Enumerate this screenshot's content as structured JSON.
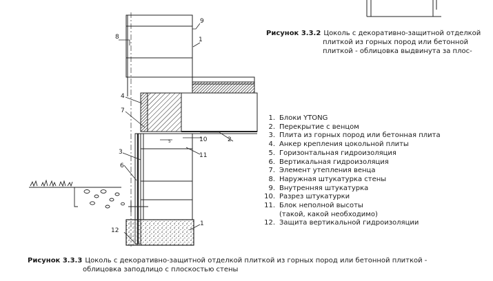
{
  "figure_3_3_2": {
    "label": "Рисунок 3.3.2",
    "text_lines": [
      "Цоколь с декоративно-защитной отделкой",
      "плиткой из горных пород или бетонной",
      "плиткой - облицовка выдвинута за плос-"
    ]
  },
  "figure_3_3_3": {
    "label": "Рисунок 3.3.3",
    "text_lines": [
      "Цоколь с декоративно-защитной отделкой плиткой из горных пород или бетонной плиткой -",
      "облицовка заподлицо с плоскостью стены"
    ]
  },
  "legend": [
    {
      "num": "1.",
      "text": "Блоки YTONG"
    },
    {
      "num": "2.",
      "text": "Перекрытие с венцом"
    },
    {
      "num": "3.",
      "text": "Плита из горных пород или бетонная плита"
    },
    {
      "num": "4.",
      "text": "Анкер крепления цокольной плиты"
    },
    {
      "num": "5.",
      "text": "Горизонтальная гидроизоляция"
    },
    {
      "num": "6.",
      "text": "Вертикальная гидроизоляция"
    },
    {
      "num": "7.",
      "text": "Элемент утепления венца"
    },
    {
      "num": "8.",
      "text": "Наружная штукатурка стены"
    },
    {
      "num": "9.",
      "text": "Внутренняя штукатурка"
    },
    {
      "num": "10.",
      "text": "Разрез штукатурки"
    },
    {
      "num": "11.",
      "text": "Блок неполной высоты\n(такой, какой необходимо)"
    },
    {
      "num": "12.",
      "text": "Защита вертикальной гидроизоляции"
    }
  ],
  "callouts": {
    "c1a": "1",
    "c1b": "1",
    "c2": "2",
    "c3": "3",
    "c4": "4",
    "c5": "5",
    "c6": "6",
    "c7": "7",
    "c8": "8",
    "c9": "9",
    "c10": "10",
    "c11": "11",
    "c12": "12"
  }
}
